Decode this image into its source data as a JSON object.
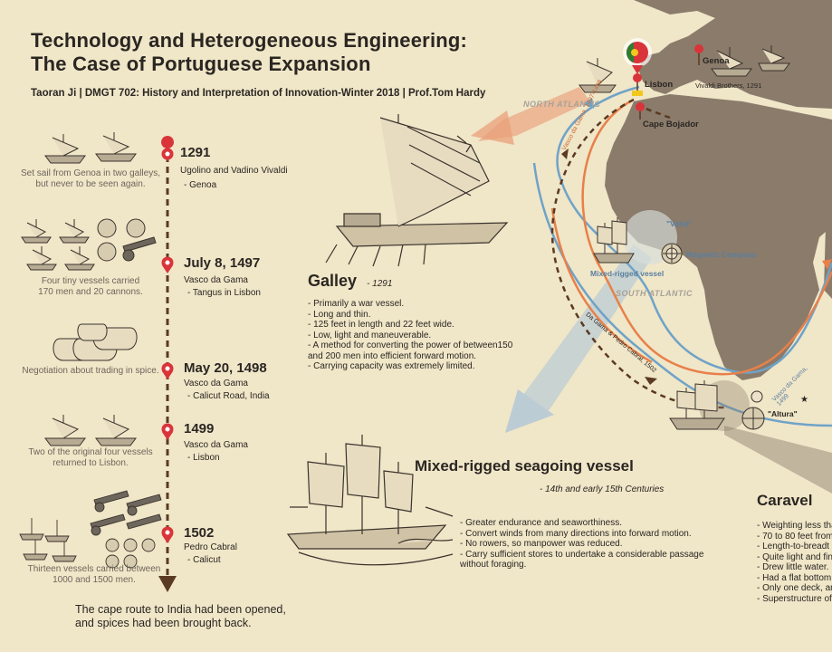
{
  "header": {
    "title_line1": "Technology and Heterogeneous Engineering:",
    "title_line2": "The Case of Portuguese Expansion",
    "subtitle": "Taoran Ji | DMGT 702: History and Interpretation of Innovation-Winter 2018 | Prof.Tom Hardy"
  },
  "timeline": {
    "events": [
      {
        "date": "1291",
        "line1": "Ugolino and Vadino Vivaldi",
        "line2": "- Genoa",
        "note1": "Set sail from Genoa in two galleys,",
        "note2": "but never to be seen again."
      },
      {
        "date": "July 8, 1497",
        "line1": "Vasco da Gama",
        "line2": "- Tangus in Lisbon",
        "note1": "Four tiny vessels carried",
        "note2": "170 men and 20 cannons."
      },
      {
        "date": "May 20, 1498",
        "line1": "Vasco da Gama",
        "line2": "- Calicut Road,  India",
        "note1": "Negotiation about trading in spice.",
        "note2": ""
      },
      {
        "date": "1499",
        "line1": "Vasco da Gama",
        "line2": "- Lisbon",
        "note1": "Two of the original four vessels",
        "note2": "returned to Lisbon."
      },
      {
        "date": "1502",
        "line1": "Pedro Cabral",
        "line2": "- Calicut",
        "note1": "Thirteen vessels  carried between",
        "note2": "1000 and 1500 men."
      }
    ],
    "footer_line1": "The cape route to India had been opened,",
    "footer_line2": "and spices had been brought back."
  },
  "galley": {
    "name": "Galley",
    "year": "- 1291",
    "bullets": [
      "- Primarily a war vessel.",
      "- Long and thin.",
      "- 125 feet in length and 22 feet wide.",
      "- Low, light and maneuverable.",
      "- A method for converting the power of between150",
      "and 200 men into efficient forward motion.",
      "- Carrying capacity was extremely limited."
    ]
  },
  "mixed": {
    "name": "Mixed-rigged seagoing vessel",
    "period": "- 14th and early 15th Centuries",
    "bullets": [
      "- Greater endurance and seaworthiness.",
      "- Convert winds from many directions into forward motion.",
      "- No rowers, so manpower was reduced.",
      "- Carry sufficient stores to undertake a considerable passage",
      "without foraging."
    ]
  },
  "caravel": {
    "name": "Caravel",
    "bullets": [
      "- Weighting less tha",
      "- 70 to 80 feet from",
      "- Length-to-breadt",
      "- Quite light and fin",
      "- Drew little water.",
      "- Had a flat bottom a",
      "- Only one deck, an",
      "- Superstructure of"
    ]
  },
  "map": {
    "genoa": "Genoa",
    "vivaldi": "Vivaldi Brothers, 1291",
    "lisbon": "Lisbon",
    "cape_bojador": "Cape Bojador",
    "north_atlantic": "NORTH ATLANTIC",
    "south_atlantic": "SOUTH ATLANTIC",
    "volta": "\"Volta\"",
    "magnetic_compass": "Magnetic Compass",
    "mixed_vessel": "Mixed-rigged vessel",
    "altura": "\"Altura\"",
    "route_gama_1497": "Vasco da Gama, 1497-1498",
    "route_cabral": "Da Gama & Pedro Cabral, 1502",
    "route_gama_1499": "Vasco da Gama, 1499"
  },
  "colors": {
    "background": "#f0e6c8",
    "land": "#8a7b6b",
    "blue_route": "#6fa3c8",
    "orange_route": "#e8804a",
    "brown_route": "#5a3a22",
    "pin": "#d9343a",
    "timeline": "#5a3a22"
  }
}
